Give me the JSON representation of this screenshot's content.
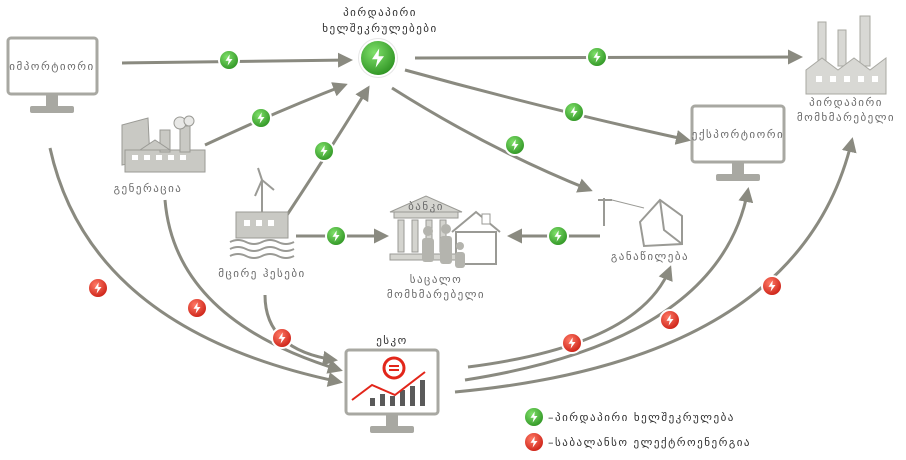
{
  "nodes": {
    "direct_contracts": {
      "line1": "პირდაპირი",
      "line2": "ხელშეკრულებები"
    },
    "importer": {
      "label": "იმპორტიორი"
    },
    "generation": {
      "label": "გენერაცია"
    },
    "small_hpp": {
      "label": "მცირე ჰესები"
    },
    "public_consumer": {
      "line1": "საცალო",
      "line2": "მომხმარებელი"
    },
    "distribution": {
      "label": "განაწილება"
    },
    "exporter": {
      "label": "ექსპორტიორი"
    },
    "direct_consumer": {
      "line1": "პირდაპირი",
      "line2": "მომხმარებელი"
    },
    "esco": {
      "label": "ესკო"
    },
    "bank_sign": {
      "label": "ბანკი"
    }
  },
  "legend": {
    "green": "–პირდაპირი ხელშეკრულება",
    "red": "–საბალანსო ელექტროენერგია"
  },
  "colors": {
    "green": "#3aa72a",
    "red": "#e2261a",
    "arrow": "#8a8a80",
    "icon": "#bdbdb8"
  }
}
